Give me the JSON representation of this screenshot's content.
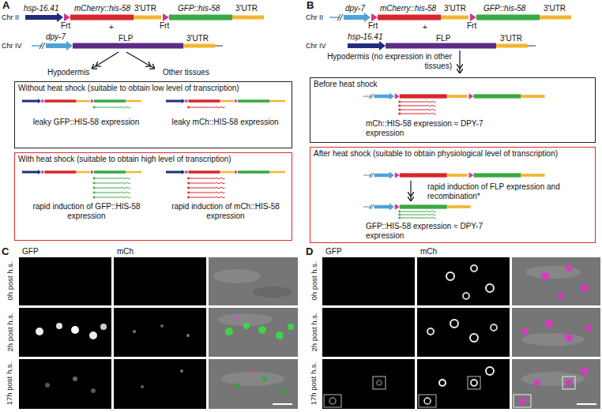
{
  "diagram": {
    "nodes": [
      {
        "text": [
          "Without heat shock (suitable to obtain low level of transcription)",
          "leaky GFP::HIS-58 expression",
          "leaky mCh::HIS-58 expression"
        ]
      },
      {
        "text": [
          "With heat shock (suitable to obtain high level of transcription)",
          "rapid induction of GFP::HIS-58 expression",
          "rapid induction of mCh::HIS-58 expression"
        ]
      },
      {
        "text": [
          "Before heat shock",
          "mCh::HIS-58 expression ≈ DPY-7 expression"
        ]
      },
      {
        "text": [
          "After heat shock (suitable to obtain physiological level of transcription)",
          "rapid induction of FLP expression and recombination*",
          "GFP::HIS-58 expression ≈ DPY-7 expression"
        ]
      }
    ],
    "labels": [
      "A",
      "hsp-16.41",
      "mCherry::his-58",
      "3'UTR",
      "GFP::his-58",
      "3'UTR",
      "Chr II",
      "Frt",
      "Frt",
      "+",
      "Chr IV",
      "dpy-7",
      "FLP",
      "3'UTR",
      "Hypodermis",
      "Other tissues",
      "B",
      "Chr II",
      "dpy-7",
      "mCherry::his-58",
      "3'UTR",
      "GFP::his-58",
      "3'UTR",
      "Frt",
      "Frt",
      "+",
      "FLP",
      "Chr IV",
      "hsp-16.41",
      "3'UTR",
      "Hypodermis (no expression in other tissues)",
      "C",
      "GFP",
      "mCh",
      "0h post h.s.",
      "2h post h.s.",
      "17h post h.s.",
      "D",
      "GFP",
      "mCh",
      "0h post h.s.",
      "2h post h.s.",
      "17h post h.s."
    ]
  }
}
